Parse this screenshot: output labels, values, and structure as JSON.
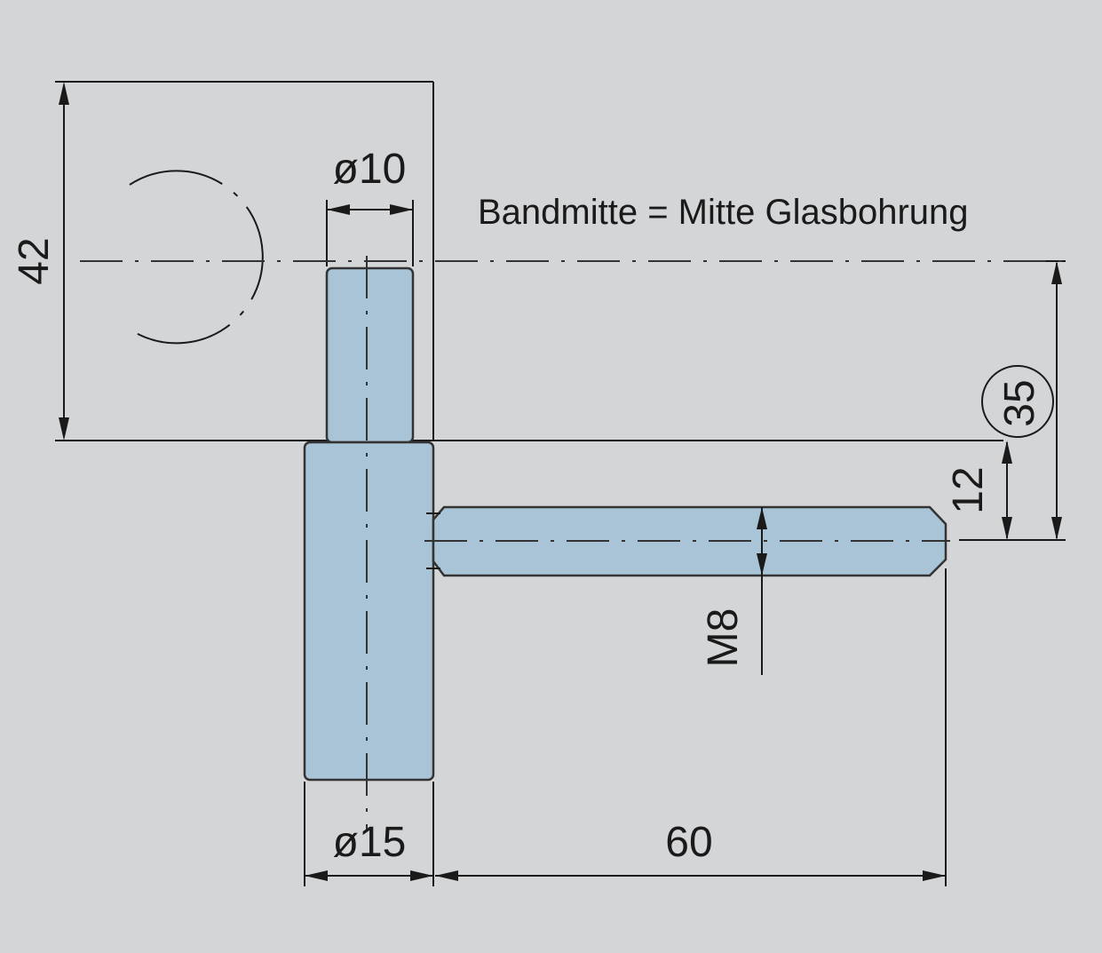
{
  "labels": {
    "dia_pin": "ø10",
    "dia_body": "ø15",
    "note": "Bandmitte = Mitte Glasbohrung",
    "height_total": "42",
    "offset_circled": "35",
    "offset_thread": "12",
    "thread": "M8",
    "length": "60"
  },
  "colors": {
    "background": "#d4d5d7",
    "part_fill": "#a9c4d6",
    "line": "#1a1a1a"
  }
}
